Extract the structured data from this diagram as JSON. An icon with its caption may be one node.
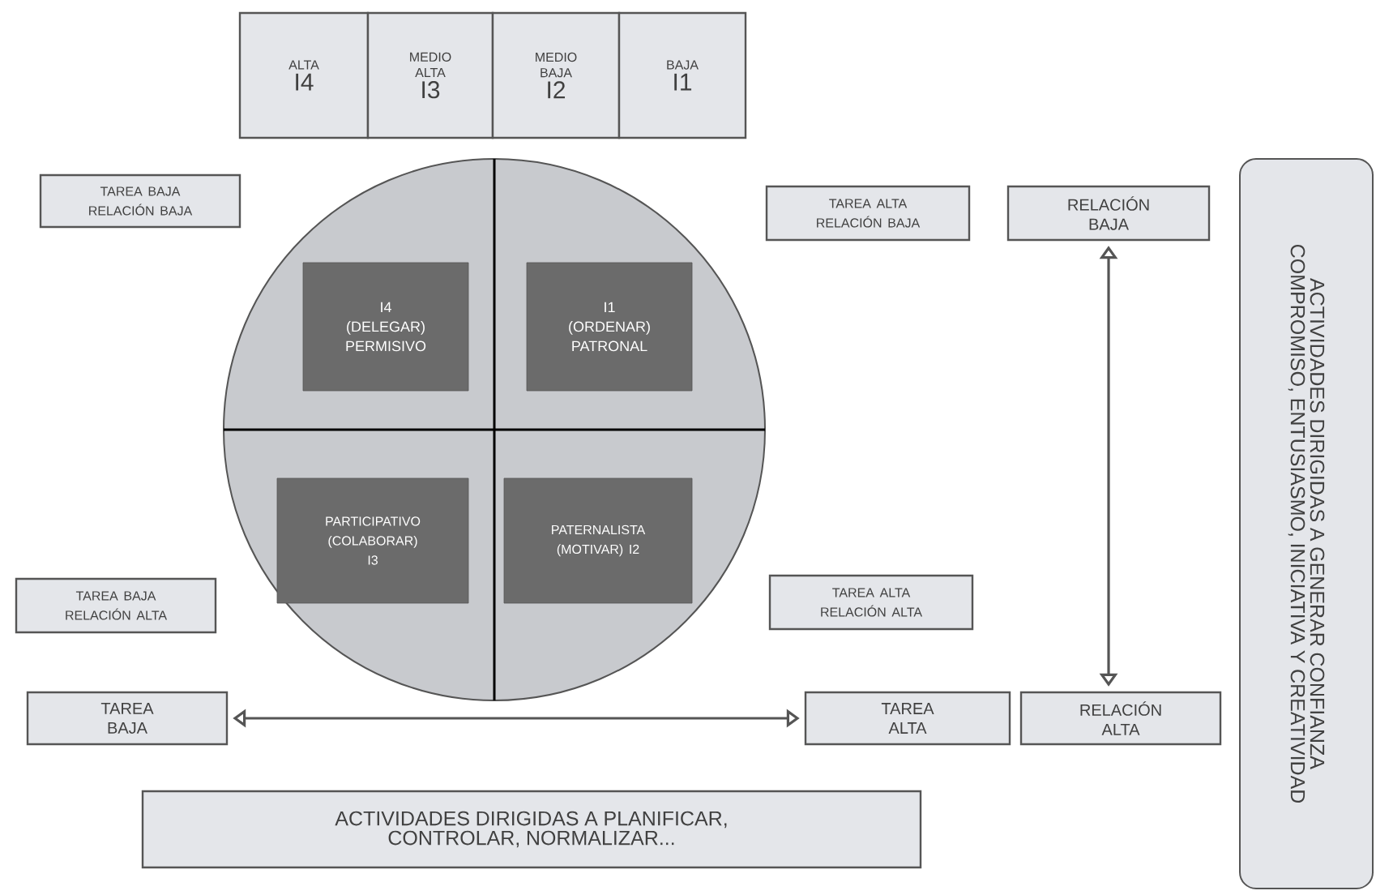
{
  "diagram": {
    "nodes": [
      {
        "text": [
          "ALTA",
          "I4"
        ]
      },
      {
        "text": [
          "MEDIO ALTA",
          "I3"
        ]
      },
      {
        "text": [
          "MEDIO BAJA",
          "I2"
        ]
      },
      {
        "text": [
          "BAJA",
          "I1"
        ]
      },
      {
        "text": [
          "TAREA BAJA RELACIÓN BAJA"
        ]
      },
      {
        "text": [
          "TAREA ALTA RELACIÓN BAJA"
        ]
      },
      {
        "text": [
          "RELACIÓN BAJA"
        ]
      },
      {
        "text": [
          "ACTIVIDADES DIRIGIDAS A GENERAR CONFIANZA COMPROMISO, ENTUSIASMO, INICIATIVA Y CREATIVIDAD"
        ]
      },
      {
        "text": [],
        "shape": "circle"
      },
      {
        "text": [
          "I4 (DELEGAR) PERMISIVO"
        ],
        "in": 8
      },
      {
        "text": [
          "I1 (ORDENAR) PATRONAL"
        ],
        "in": 8
      },
      {
        "text": [
          "PARTICIPATIVO (COLABORAR) I3"
        ],
        "in": 8
      },
      {
        "text": [
          "PATERNALISTA (MOTIVAR) I2"
        ],
        "in": 8
      },
      {
        "text": [
          "TAREA BAJA RELACIÓN ALTA"
        ]
      },
      {
        "text": [
          "TAREA ALTA RELACIÓN ALTA"
        ]
      },
      {
        "text": [
          "TAREA BAJA"
        ]
      },
      {
        "text": [
          "TAREA ALTA"
        ]
      },
      {
        "text": [
          "RELACIÓN ALTA"
        ]
      },
      {
        "text": [
          "ACTIVIDADES DIRIGIDAS A PLANIFICAR, CONTROLAR, NORMALIZAR..."
        ]
      }
    ],
    "edges": [
      {
        "from": 6,
        "to": 17,
        "arrow": "both"
      },
      {
        "from": 15,
        "to": 16,
        "arrow": "both"
      }
    ]
  }
}
